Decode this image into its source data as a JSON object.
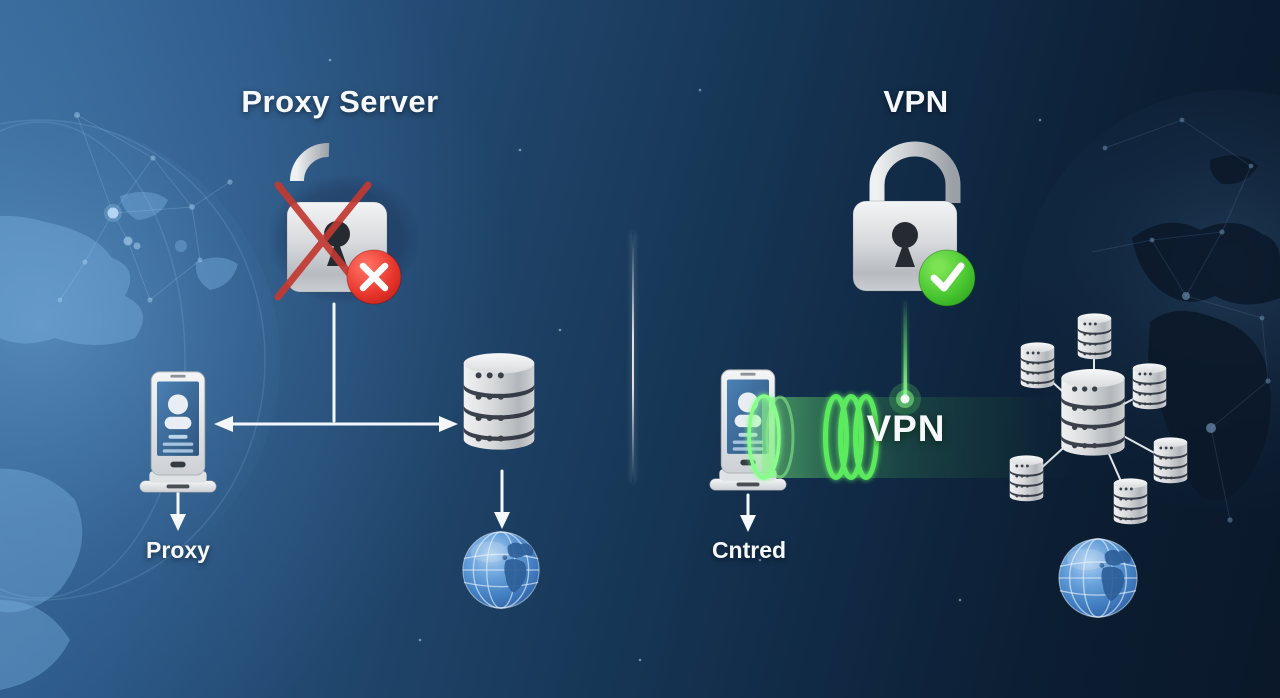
{
  "diagram": {
    "type": "comparison-infographic",
    "left": {
      "title": "Proxy Server",
      "device_label": "Proxy",
      "status_icon": "unlocked-padlock-crossed-out",
      "status_badge": "red-x-badge",
      "nodes": [
        "client-device",
        "proxy-server-database",
        "internet-globe"
      ]
    },
    "right": {
      "title": "VPN",
      "tunnel_label": "VPN",
      "device_label": "Cntred",
      "status_icon": "locked-padlock",
      "status_badge": "green-check-badge",
      "nodes": [
        "client-device",
        "vpn-server-cluster",
        "internet-globe"
      ]
    },
    "icons": [
      "padlock-open-icon",
      "padlock-closed-icon",
      "red-cross-icon",
      "error-badge-icon",
      "check-badge-icon",
      "client-device-icon",
      "database-server-icon",
      "globe-icon",
      "vpn-tunnel",
      "network-mesh",
      "world-map-background"
    ],
    "colors": {
      "background_left": "#2e5c8a",
      "background_right": "#0b1c30",
      "tunnel_green": "#5ef25e",
      "error_red": "#e6352b",
      "success_green": "#47c52f",
      "arrow_white": "#f4f8fc",
      "globe_blue": "#4583c4",
      "server_gray": "#d8dadd"
    }
  }
}
